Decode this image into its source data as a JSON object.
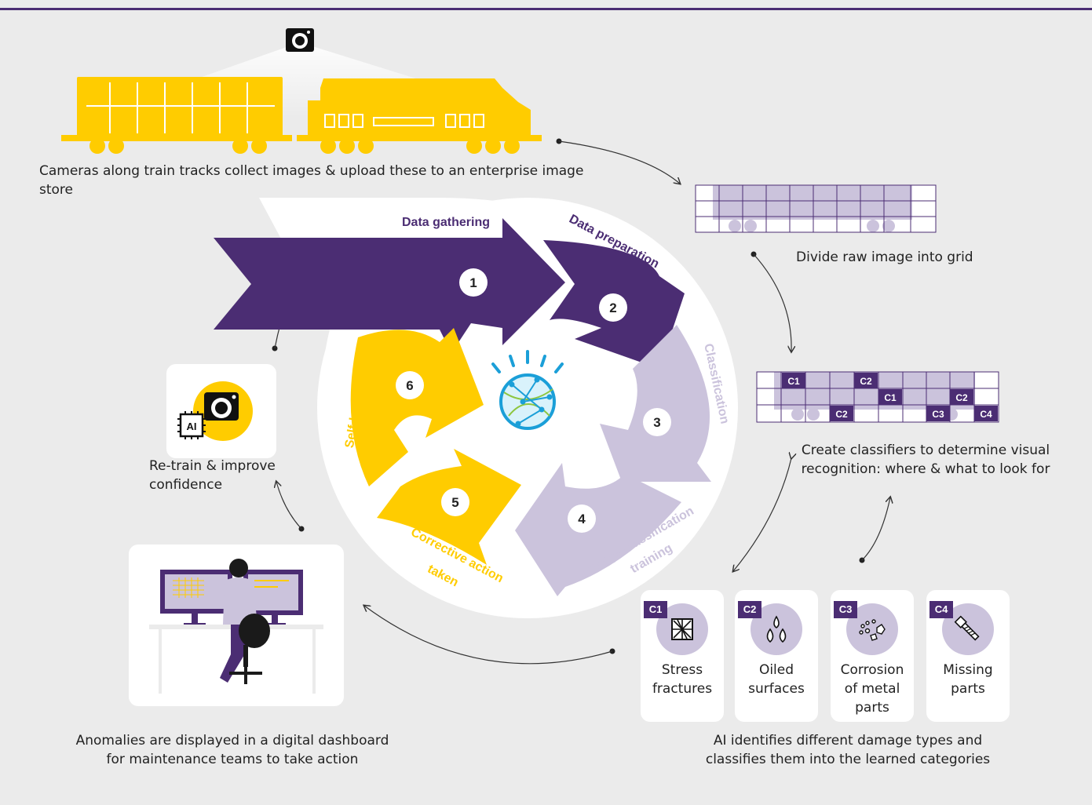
{
  "captions": {
    "cameras": "Cameras along train tracks collect images & upload these to an enterprise image store",
    "grid": "Divide raw image into grid",
    "classifiers_line1": "Create classifiers to determine visual",
    "classifiers_line2": "recognition: where & what to look for",
    "retrain_line1": "Re-train & improve",
    "retrain_line2": "confidence",
    "dashboard_line1": "Anomalies are displayed in a digital dashboard",
    "dashboard_line2": "for maintenance teams to take action",
    "ai_line1": "AI identifies different damage types and",
    "ai_line2": "classifies them into the learned categories"
  },
  "cycle": {
    "steps": [
      {
        "num": "1",
        "label": "Data gathering"
      },
      {
        "num": "2",
        "label": "Data preparation"
      },
      {
        "num": "3",
        "label": "Classification"
      },
      {
        "num": "4",
        "label": "Damage classification training"
      },
      {
        "num": "5",
        "label": "Corrective action taken"
      },
      {
        "num": "6",
        "label": "Self-learning"
      }
    ]
  },
  "grid_tags": [
    "C1",
    "C2",
    "C1",
    "C2",
    "C2",
    "C3",
    "C4"
  ],
  "damage_types": [
    {
      "code": "C1",
      "line1": "Stress",
      "line2": "fractures",
      "line3": "",
      "icon": "stress-fracture-icon"
    },
    {
      "code": "C2",
      "line1": "Oiled",
      "line2": "surfaces",
      "line3": "",
      "icon": "oil-drops-icon"
    },
    {
      "code": "C3",
      "line1": "Corrosion",
      "line2": "of metal",
      "line3": "parts",
      "icon": "corrosion-icon"
    },
    {
      "code": "C4",
      "line1": "Missing",
      "line2": "parts",
      "line3": "",
      "icon": "bolt-icon"
    }
  ],
  "ai_badge": "AI",
  "colors": {
    "purple": "#4b2d73",
    "lavender": "#cbc3dc",
    "yellow": "#ffcc00",
    "ring_bg": "#ffffff",
    "page_bg": "#ebebeb"
  }
}
